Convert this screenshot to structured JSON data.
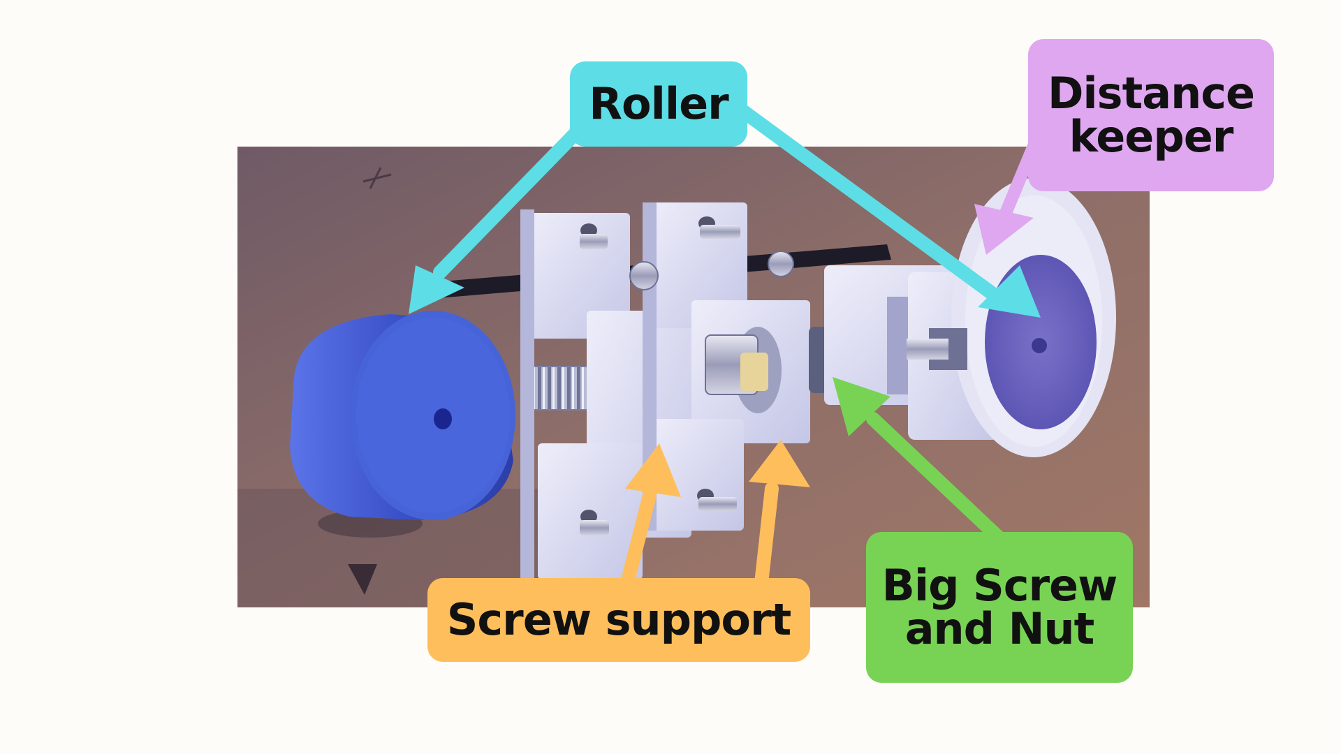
{
  "labels": {
    "roller": "Roller",
    "distance_keeper_line1": "Distance",
    "distance_keeper_line2": "keeper",
    "screw_support": "Screw support",
    "big_screw_line1": "Big Screw",
    "big_screw_line2": "and Nut"
  },
  "colors": {
    "roller": "#5ddde6",
    "distance_keeper": "#dfa7f0",
    "screw_support": "#ffbe5c",
    "big_screw": "#78d354",
    "background": "#fdfcf9",
    "board": "#8a6b6a",
    "printed_part": "#dcdcf0",
    "roller_blue": "#3f57cf"
  }
}
